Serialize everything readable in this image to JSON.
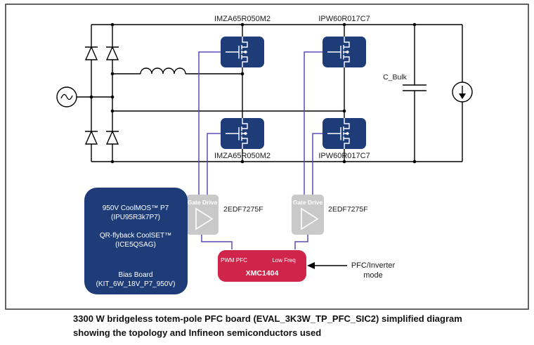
{
  "diagram": {
    "components": {
      "mosfet_top_left_label": "IMZA65R050M2",
      "mosfet_top_right_label": "IPW60R017C7",
      "mosfet_bottom_left_label": "IMZA65R050M2",
      "mosfet_bottom_right_label": "IPW60R017C7",
      "bulk_cap_label": "C_Bulk",
      "gate_drive_label": "Gate Drive",
      "gate_driver_left_part": "2EDF7275F",
      "gate_driver_right_part": "2EDF7275F",
      "mcu_pwm_pfc_label": "PWM PFC",
      "mcu_low_freq_label": "Low Freq",
      "mcu_name": "XMC1404",
      "mode_label_line1": "PFC/Inverter",
      "mode_label_line2": "mode"
    },
    "bias_board": {
      "coolmos_line1": "950V CoolMOS™ P7",
      "coolmos_line2": "(IPU95R3k7P7)",
      "coolset_line1": "QR-flyback CoolSET™",
      "coolset_line2": "(ICE5QSAG)",
      "board_line1": "Bias Board",
      "board_line2": "(KIT_6W_18V_P7_950V)"
    },
    "caption": {
      "line1": "3300 W bridgeless totem-pole PFC board (EVAL_3K3W_TP_PFC_SIC2) simplified diagram",
      "line2": "showing the topology and Infineon semiconductors used"
    },
    "colors": {
      "navy": "#1e3c78",
      "mcu_red": "#d0244a",
      "gate_drive_gray": "#c9c9c9",
      "wire_purple": "#5b4bb7"
    }
  }
}
